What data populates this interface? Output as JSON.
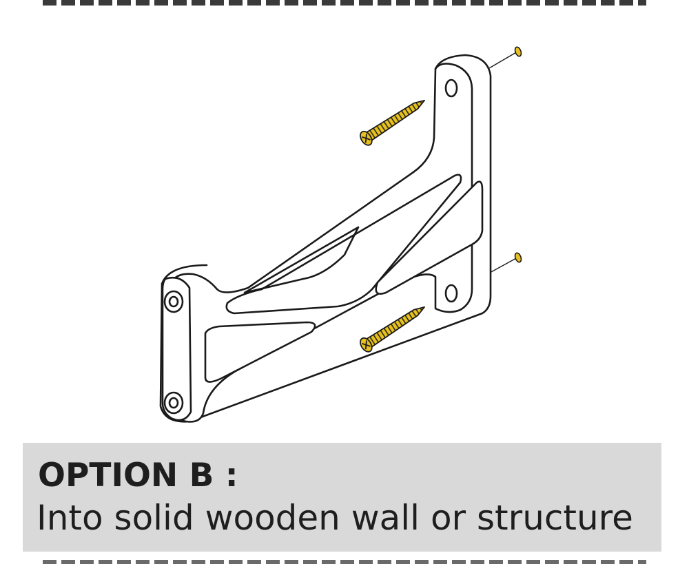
{
  "caption": {
    "title": "OPTION B :",
    "subtitle": "Into solid wooden wall or structure"
  },
  "colors": {
    "outline": "#1a1a1a",
    "screw": "#e7c11f",
    "caption_background": "#d9d9d9",
    "dash": "#3a3a3a"
  },
  "icons": [
    "wall-bracket",
    "wood-screw",
    "wood-screw",
    "pilot-hole-marker",
    "pilot-hole-marker"
  ]
}
